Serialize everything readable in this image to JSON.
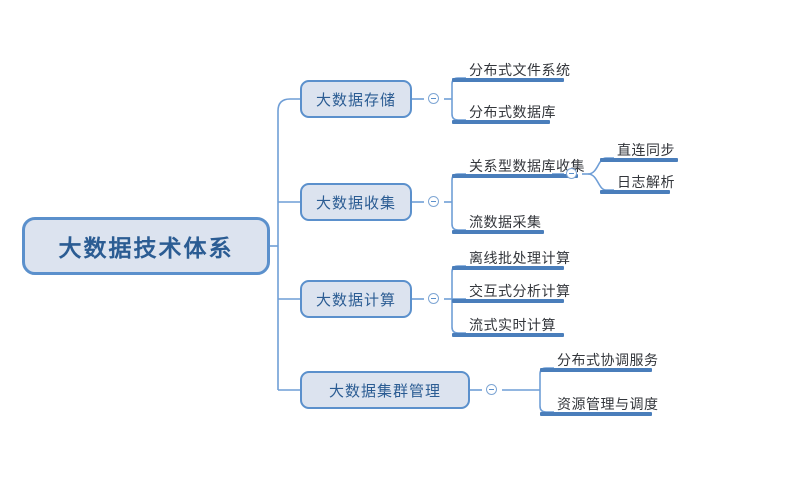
{
  "diagram": {
    "title": "大数据技术体系",
    "type": "mindmap",
    "colors": {
      "node_fill": "#dce3ef",
      "node_border": "#5b90cc",
      "node_text": "#2b5c93",
      "leaf_text": "#33363b",
      "connector": "#6f9ed6",
      "leaf_bar": "#4a7ebb",
      "background": "#ffffff"
    },
    "root": {
      "label": "大数据技术体系"
    },
    "branches": [
      {
        "label": "大数据存储",
        "toggle": "collapse-icon",
        "children": [
          {
            "label": "分布式文件系统"
          },
          {
            "label": "分布式数据库"
          }
        ]
      },
      {
        "label": "大数据收集",
        "toggle": "collapse-icon",
        "children": [
          {
            "label": "关系型数据库收集",
            "toggle": "collapse-icon",
            "children": [
              {
                "label": "直连同步"
              },
              {
                "label": "日志解析"
              }
            ]
          },
          {
            "label": "流数据采集"
          }
        ]
      },
      {
        "label": "大数据计算",
        "toggle": "collapse-icon",
        "children": [
          {
            "label": "离线批处理计算"
          },
          {
            "label": "交互式分析计算"
          },
          {
            "label": "流式实时计算"
          }
        ]
      },
      {
        "label": "大数据集群管理",
        "toggle": "collapse-icon",
        "children": [
          {
            "label": "分布式协调服务"
          },
          {
            "label": "资源管理与调度"
          }
        ]
      }
    ]
  }
}
